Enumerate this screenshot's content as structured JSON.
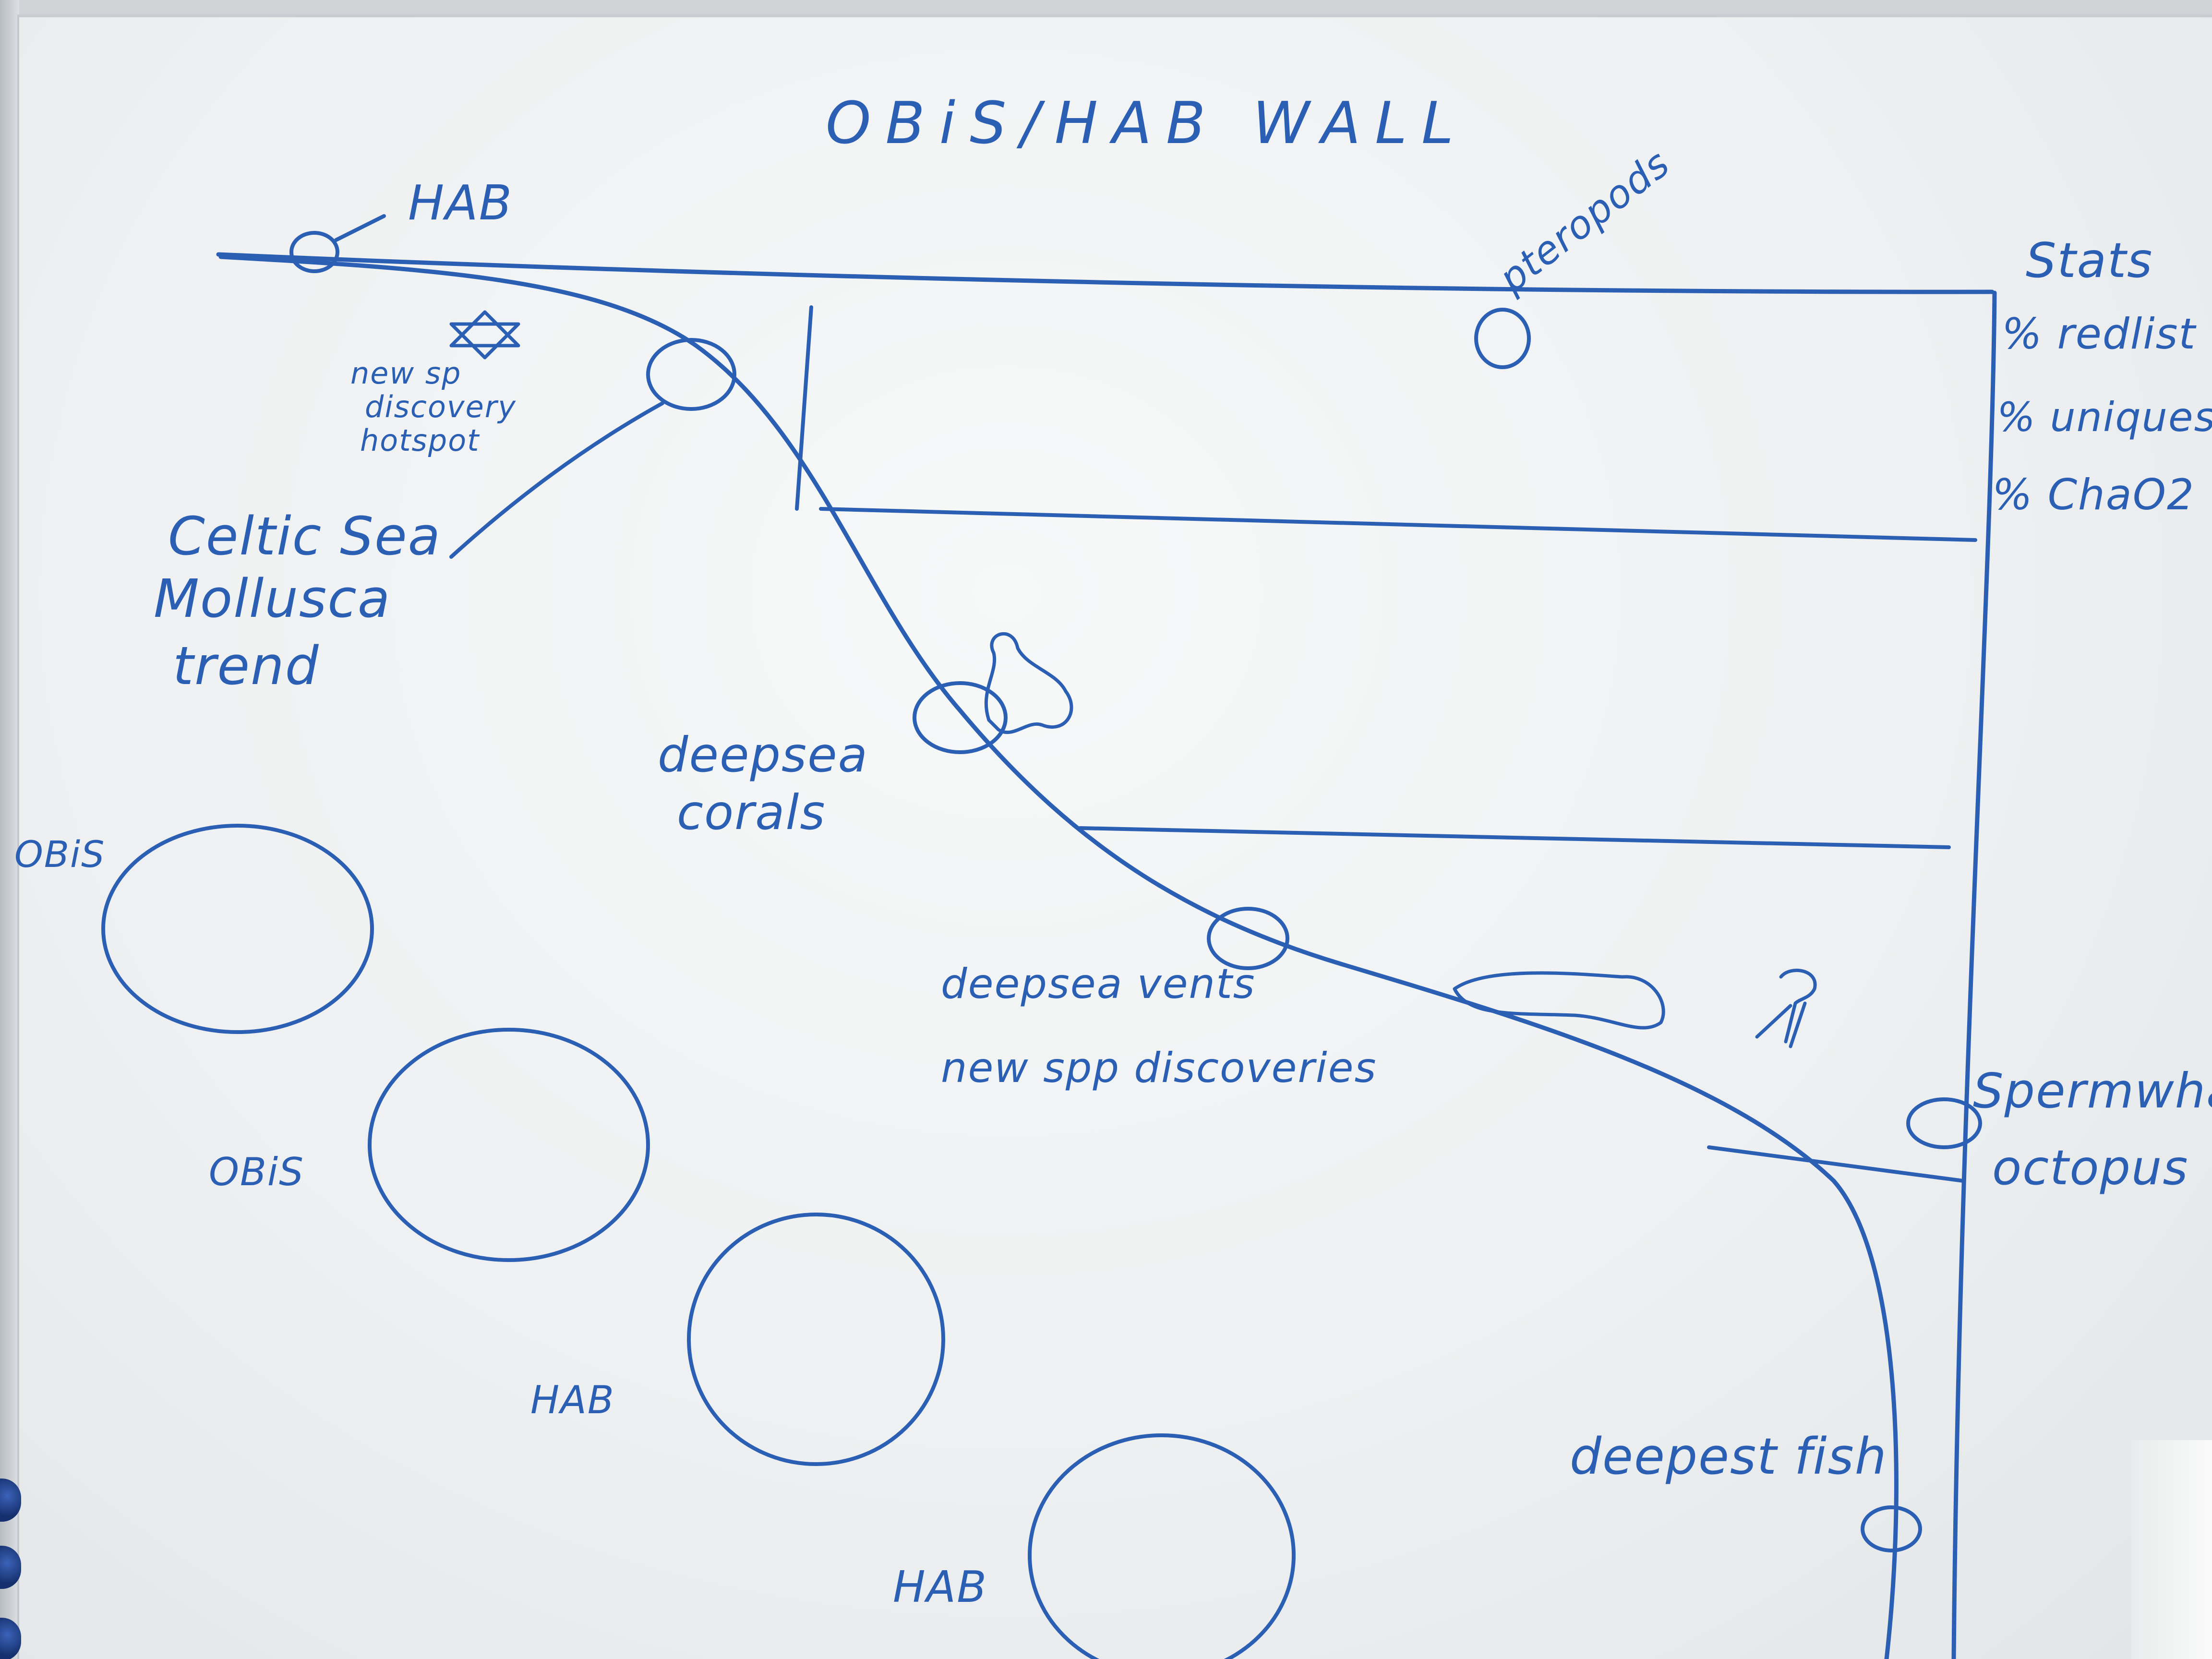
{
  "whiteboard": {
    "title": "OBiS/HAB WALL",
    "labels": {
      "hab_top": "HAB",
      "hotspot_line1": "new sp",
      "hotspot_line2": "discovery",
      "hotspot_line3": "hotspot",
      "celtic_line1": "Celtic Sea",
      "celtic_line2": "Mollusca",
      "celtic_line3": "trend",
      "deepsea_corals_line1": "deepsea",
      "deepsea_corals_line2": "corals",
      "pteropods": "pteropods",
      "stats_title": "Stats",
      "stats_item1": "% redlist",
      "stats_item2": "% uniquesp",
      "stats_item3": "% ChaO2",
      "vents_line1": "deepsea vents",
      "vents_line2": "new spp discoveries",
      "spermwhale_line1": "Spermwhale",
      "spermwhale_line2": "octopus",
      "deepest_fish": "deepest fish",
      "circle_label_1": "OBiS",
      "circle_label_2": "OBiS",
      "circle_label_3": "HAB",
      "circle_label_4": "HAB"
    }
  }
}
